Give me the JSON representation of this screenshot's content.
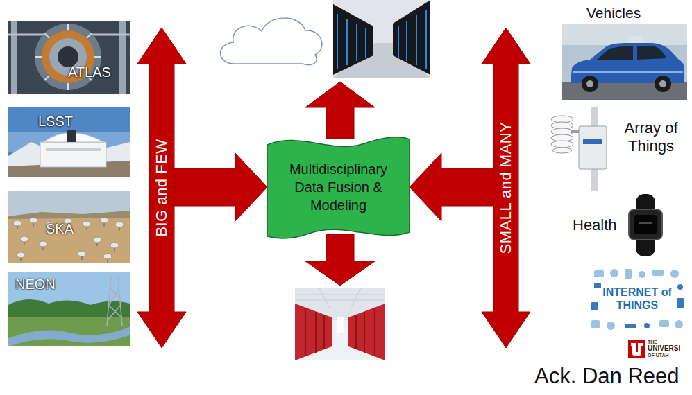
{
  "diagram": {
    "nodes": [
      {
        "text": [
          "BIG and FEW"
        ]
      },
      {
        "text": [
          "Multidisciplinary Data Fusion & Modeling"
        ]
      },
      {
        "text": [
          "SMALL and MANY"
        ]
      }
    ],
    "edges": [
      {
        "from": 0,
        "to": 1,
        "arrow": "to"
      },
      {
        "from": 2,
        "to": 1,
        "arrow": "to"
      }
    ],
    "labels": [
      "ATLAS",
      "LSST",
      "SKA",
      "NEON",
      "Vehicles",
      "Array of Things",
      "Health",
      "INTERNET of THINGS",
      "THE",
      "UNIVERSI",
      "OF UTAH",
      "Ack. Dan Reed"
    ]
  }
}
